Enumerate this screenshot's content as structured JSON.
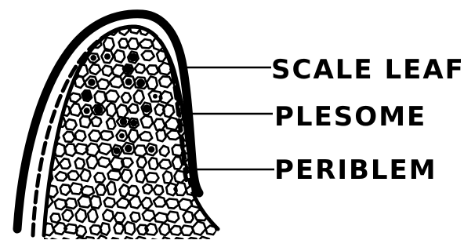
{
  "labels": {
    "scale_leaf": "SCALE LEAF",
    "plesome": "PLESOME",
    "periblem": "PERIBLEM"
  },
  "colors": {
    "ink": "#000000",
    "paper": "#ffffff"
  }
}
